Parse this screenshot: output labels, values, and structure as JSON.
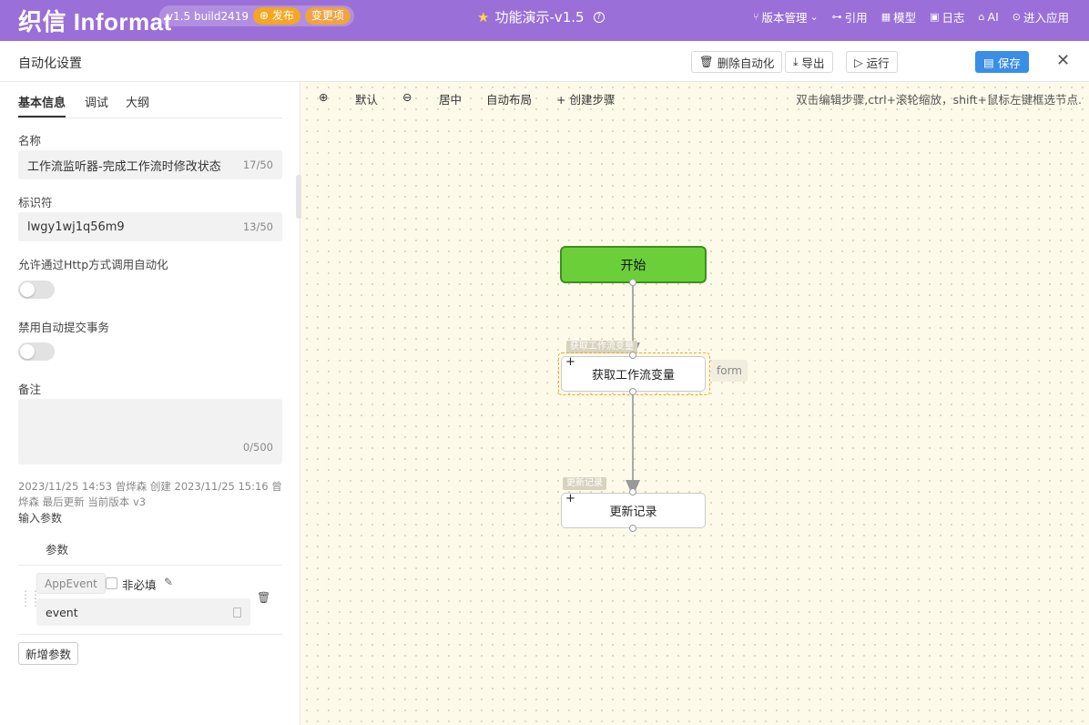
{
  "topbar": {
    "logo": "织信 Informat",
    "version": "v1.5 build2419",
    "publish_label": "⊕ 发布",
    "changes_label": "变更项",
    "app_title": "功能演示-v1.5",
    "nav": [
      {
        "icon": "branch-icon",
        "label": "版本管理"
      },
      {
        "icon": "reference-icon",
        "label": "引用"
      },
      {
        "icon": "model-icon",
        "label": "模型"
      },
      {
        "icon": "log-icon",
        "label": "日志"
      },
      {
        "icon": "ai-icon",
        "label": "AI"
      },
      {
        "icon": "enter-app-icon",
        "label": "进入应用"
      }
    ]
  },
  "header": {
    "title": "自动化设置",
    "delete_label": "删除自动化",
    "export_label": "导出",
    "run_label": "运行",
    "save_label": "保存"
  },
  "left": {
    "tabs": [
      "基本信息",
      "调试",
      "大纲"
    ],
    "name_label": "名称",
    "name_value": "工作流监听器-完成工作流时修改状态",
    "name_count": "17/50",
    "id_label": "标识符",
    "id_value": "lwgy1wj1q56m9",
    "id_count": "13/50",
    "http_label": "允许通过Http方式调用自动化",
    "http_enabled": false,
    "tx_label": "禁用自动提交事务",
    "tx_enabled": false,
    "remark_label": "备注",
    "remark_count": "0/500",
    "meta": "2023/11/25 14:53 曾烨森 创建 2023/11/25 15:16 曾烨森 最后更新 当前版本 v3",
    "input_params_label": "输入参数",
    "params_header": "参数",
    "param": {
      "type": "AppEvent",
      "optional_label": "非必填",
      "name": "event"
    },
    "add_param_label": "新增参数"
  },
  "canvas": {
    "toolbar": {
      "zoom_in": "⊕",
      "default": "默认",
      "zoom_out": "⊖",
      "center": "居中",
      "auto_layout": "自动布局",
      "create_step": "+ 创建步骤"
    },
    "hint": "双击编辑步骤,ctrl+滚轮缩放，shift+鼠标左键框选节点.",
    "nodes": {
      "start": "开始",
      "step1_tag": "获取工作流变量",
      "step1": "获取工作流变量",
      "step1_side": "form",
      "step2_tag": "更新记录",
      "step2": "更新记录"
    }
  },
  "colors": {
    "topbar": "#9b6fd8",
    "start_node": "#6bcf3a",
    "accent": "#3a8ee6",
    "selection": "#f5a623"
  }
}
